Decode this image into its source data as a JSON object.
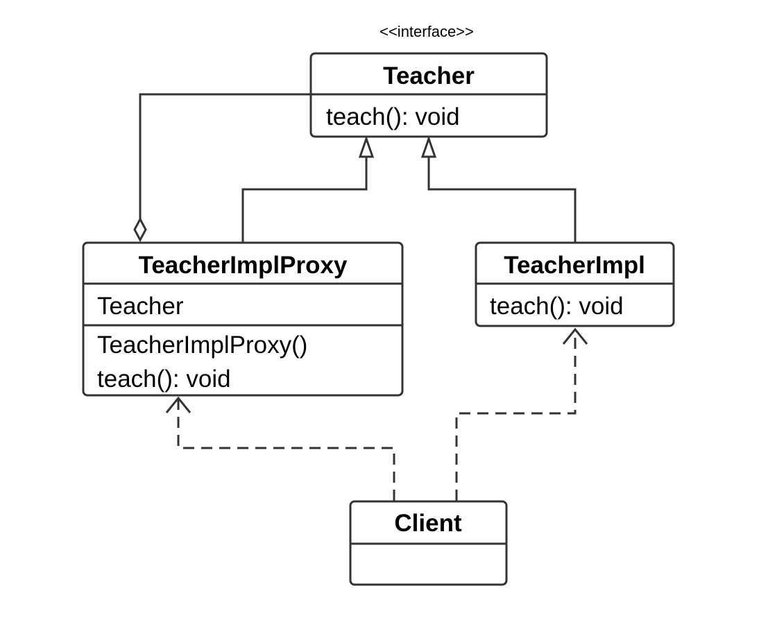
{
  "diagram": {
    "type": "uml-class-diagram",
    "classes": {
      "teacher": {
        "stereotype": "<<interface>>",
        "name": "Teacher",
        "methods": [
          "teach(): void"
        ]
      },
      "proxy": {
        "name": "TeacherImplProxy",
        "attributes": [
          "Teacher"
        ],
        "methods": [
          "TeacherImplProxy()",
          "teach(): void"
        ]
      },
      "impl": {
        "name": "TeacherImpl",
        "methods": [
          "teach(): void"
        ]
      },
      "client": {
        "name": "Client"
      }
    },
    "relations": [
      {
        "from": "TeacherImplProxy",
        "to": "Teacher",
        "kind": "aggregation"
      },
      {
        "from": "TeacherImplProxy",
        "to": "Teacher",
        "kind": "realization"
      },
      {
        "from": "TeacherImpl",
        "to": "Teacher",
        "kind": "realization"
      },
      {
        "from": "Client",
        "to": "TeacherImplProxy",
        "kind": "dependency"
      },
      {
        "from": "Client",
        "to": "TeacherImpl",
        "kind": "dependency"
      }
    ],
    "colors": {
      "line": "#333333",
      "background": "#ffffff"
    }
  }
}
